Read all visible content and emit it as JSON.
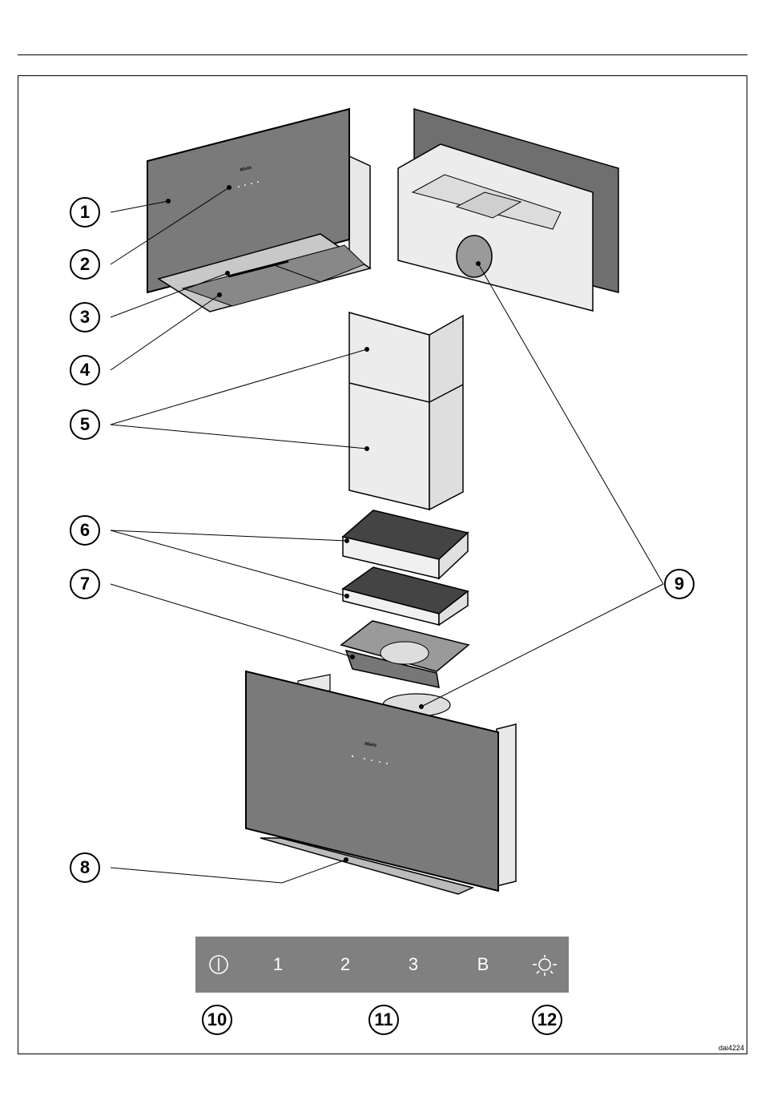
{
  "figure_code": "dai4224",
  "labels": {
    "l1": "1",
    "l2": "2",
    "l3": "3",
    "l4": "4",
    "l5": "5",
    "l6": "6",
    "l7": "7",
    "l8": "8",
    "l9": "9",
    "l10": "10",
    "l11": "11",
    "l12": "12"
  },
  "control_panel": {
    "buttons": [
      {
        "label": "",
        "icon": "power-icon"
      },
      {
        "label": "1"
      },
      {
        "label": "2"
      },
      {
        "label": "3"
      },
      {
        "label": "B"
      },
      {
        "label": "",
        "icon": "light-icon"
      }
    ]
  },
  "colors": {
    "panel_grey": "#808080",
    "body_light": "#e6e6e6",
    "glass_dark": "#7a7a7a"
  }
}
